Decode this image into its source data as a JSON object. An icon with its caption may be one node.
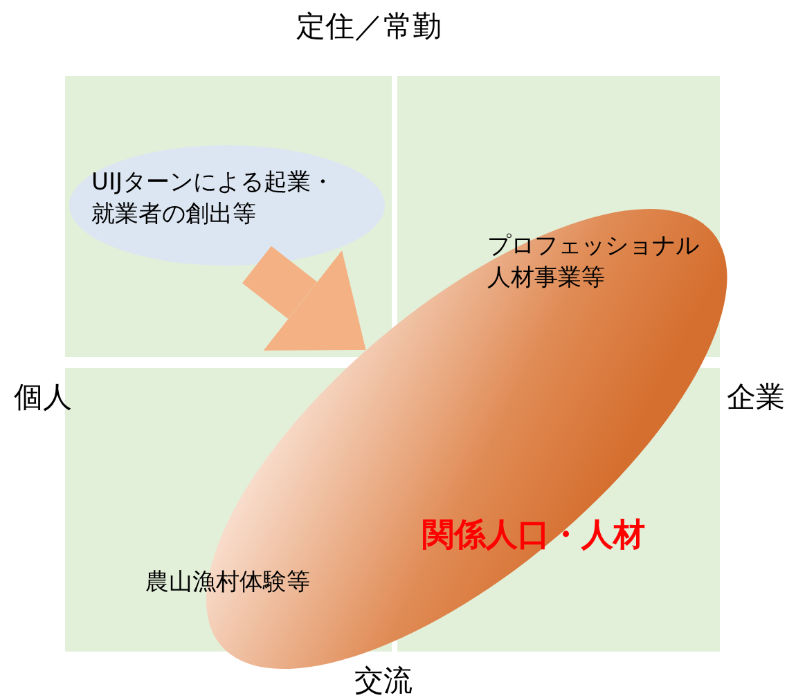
{
  "diagram": {
    "nodes": [
      {
        "text": [
          "UIJターンによる起業・就業者の創出等"
        ]
      },
      {
        "text": [
          "関係人口・人材"
        ]
      }
    ],
    "edges": [
      {
        "from": 0,
        "to": 1,
        "arrow": "to",
        "color": "#f4b183"
      }
    ],
    "labels": [
      "定住／常勤",
      "個人",
      "企業",
      "プロフェッショナル人材事業等",
      "農山漁村体験等",
      "交流"
    ]
  }
}
